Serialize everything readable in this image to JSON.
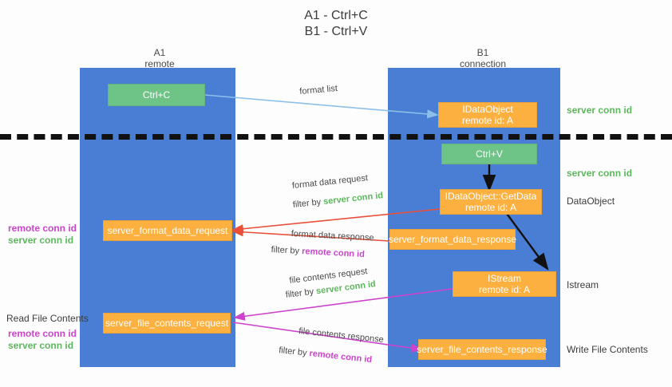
{
  "title": {
    "line1": "A1 - Ctrl+C",
    "line2": "B1 - Ctrl+V"
  },
  "columns": [
    {
      "name": "A1",
      "role": "remote"
    },
    {
      "name": "B1",
      "role": "connection"
    }
  ],
  "boxes": {
    "ctrl_c": "Ctrl+C",
    "ctrl_v": "Ctrl+V",
    "idataobject_title": "IDataObject",
    "idataobject_sub": "remote id: A",
    "getdata_title": "IDataObject::GetData",
    "getdata_sub": "remote id: A",
    "istream_title": "IStream",
    "istream_sub": "remote id: A",
    "server_format_data_request": "server_format_data_request",
    "server_format_data_response": "server_format_data_response",
    "server_file_contents_request": "server_file_contents_request",
    "server_file_contents_response": "server_file_contents_response"
  },
  "annotations": {
    "format_list": "format list",
    "format_data_request": "format data request",
    "filter_by": "filter by",
    "server_conn_id": "server conn id",
    "remote_conn_id": "remote conn id",
    "format_data_response": "format data response",
    "file_contents_request": "file contents request",
    "file_contents_response": "file contents response"
  },
  "right_labels": {
    "server_conn_id_top": "server conn id",
    "server_conn_id_second": "server conn id",
    "dataobject": "DataObject",
    "istream": "Istream",
    "write_file_contents": "Write File Contents"
  },
  "left_labels": {
    "remote_conn_id": "remote conn id",
    "server_conn_id": "server conn id",
    "read_file_contents": "Read File Contents"
  },
  "colors": {
    "lane": "#4a7ed4",
    "green_box": "#6ec387",
    "orange_box": "#fbb03f",
    "green_text": "#5cb85c",
    "magenta_text": "#cc44cc",
    "arrow_blue": "#8cc0ea",
    "arrow_red": "#e8503a",
    "arrow_magenta": "#cc44cc",
    "arrow_black": "#111111",
    "divider": "#111111"
  }
}
